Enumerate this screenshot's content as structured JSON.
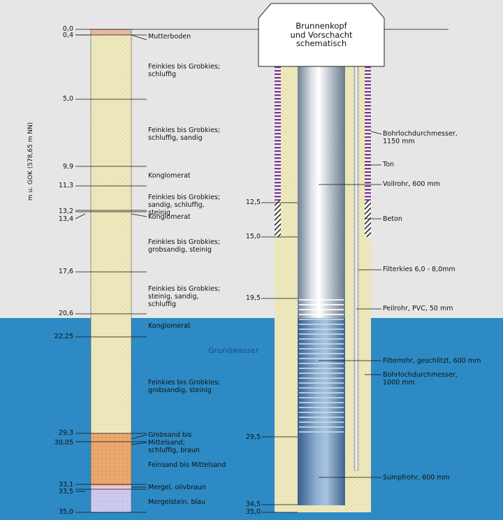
{
  "head": {
    "title": "Brunnenkopf\nund Vorschacht\nschematisch"
  },
  "groundwater_label": "Grundwasser",
  "axis_label": "m u. GOK (578,65 m NN)",
  "colors": {
    "sky": "#e6e6e6",
    "water": "#2d8ac4",
    "sand_fine": "#eee8bd",
    "sand_coarse": "#e7a268",
    "marl": "#e7c8e6",
    "marl_stone": "#cbc9ee",
    "topsoil": "#e8b89e",
    "clay": "#7b3e8a"
  },
  "left_depths": [
    "0,0",
    "0,4",
    "5,0",
    "9,9",
    "11,3",
    "13,2",
    "13,4",
    "17,6",
    "20,6",
    "22,25",
    "29,3",
    "30,05",
    "33,1",
    "33,5",
    "35,0"
  ],
  "left_layers": [
    "Mutterboden",
    "Feinkies bis Grobkies;\nschluffig",
    "Feinkies bis Grobkies;\nschluffig, sandig",
    "Konglomerat",
    "Feinkies bis Grobkies;\nsandig, schluffig, steinig",
    "Konglomerat",
    "Feinkies bis Grobkies;\ngrobsandig, steinig",
    "Feinkies bis Grobkies;\nsteinig, sandig, schluffig",
    "Konglomerat",
    "Feinkies bis Grobkies;\ngrobsandig, steinig",
    "Grobsand bis Mittelsand;\nschluffig, braun",
    "Feinsand bis Mittelsand",
    "Mergel, olivbraun",
    "Mergelstein, blau"
  ],
  "well_depths": [
    "12,5",
    "15,0",
    "19,5",
    "29,5",
    "34,5",
    "35,0"
  ],
  "well_labels": [
    "Bohrlochdurchmesser,\n1150 mm",
    "Ton",
    "Vollrohr, 600 mm",
    "Beton",
    "Filterkies 6,0 - 8,0mm",
    "Peilrohr, PVC, 50 mm",
    "Filterrohr, geschlitzt, 600 mm",
    "Bohrlochdurchmesser,\n1000 mm",
    "Sumpfrohr, 600 mm"
  ]
}
